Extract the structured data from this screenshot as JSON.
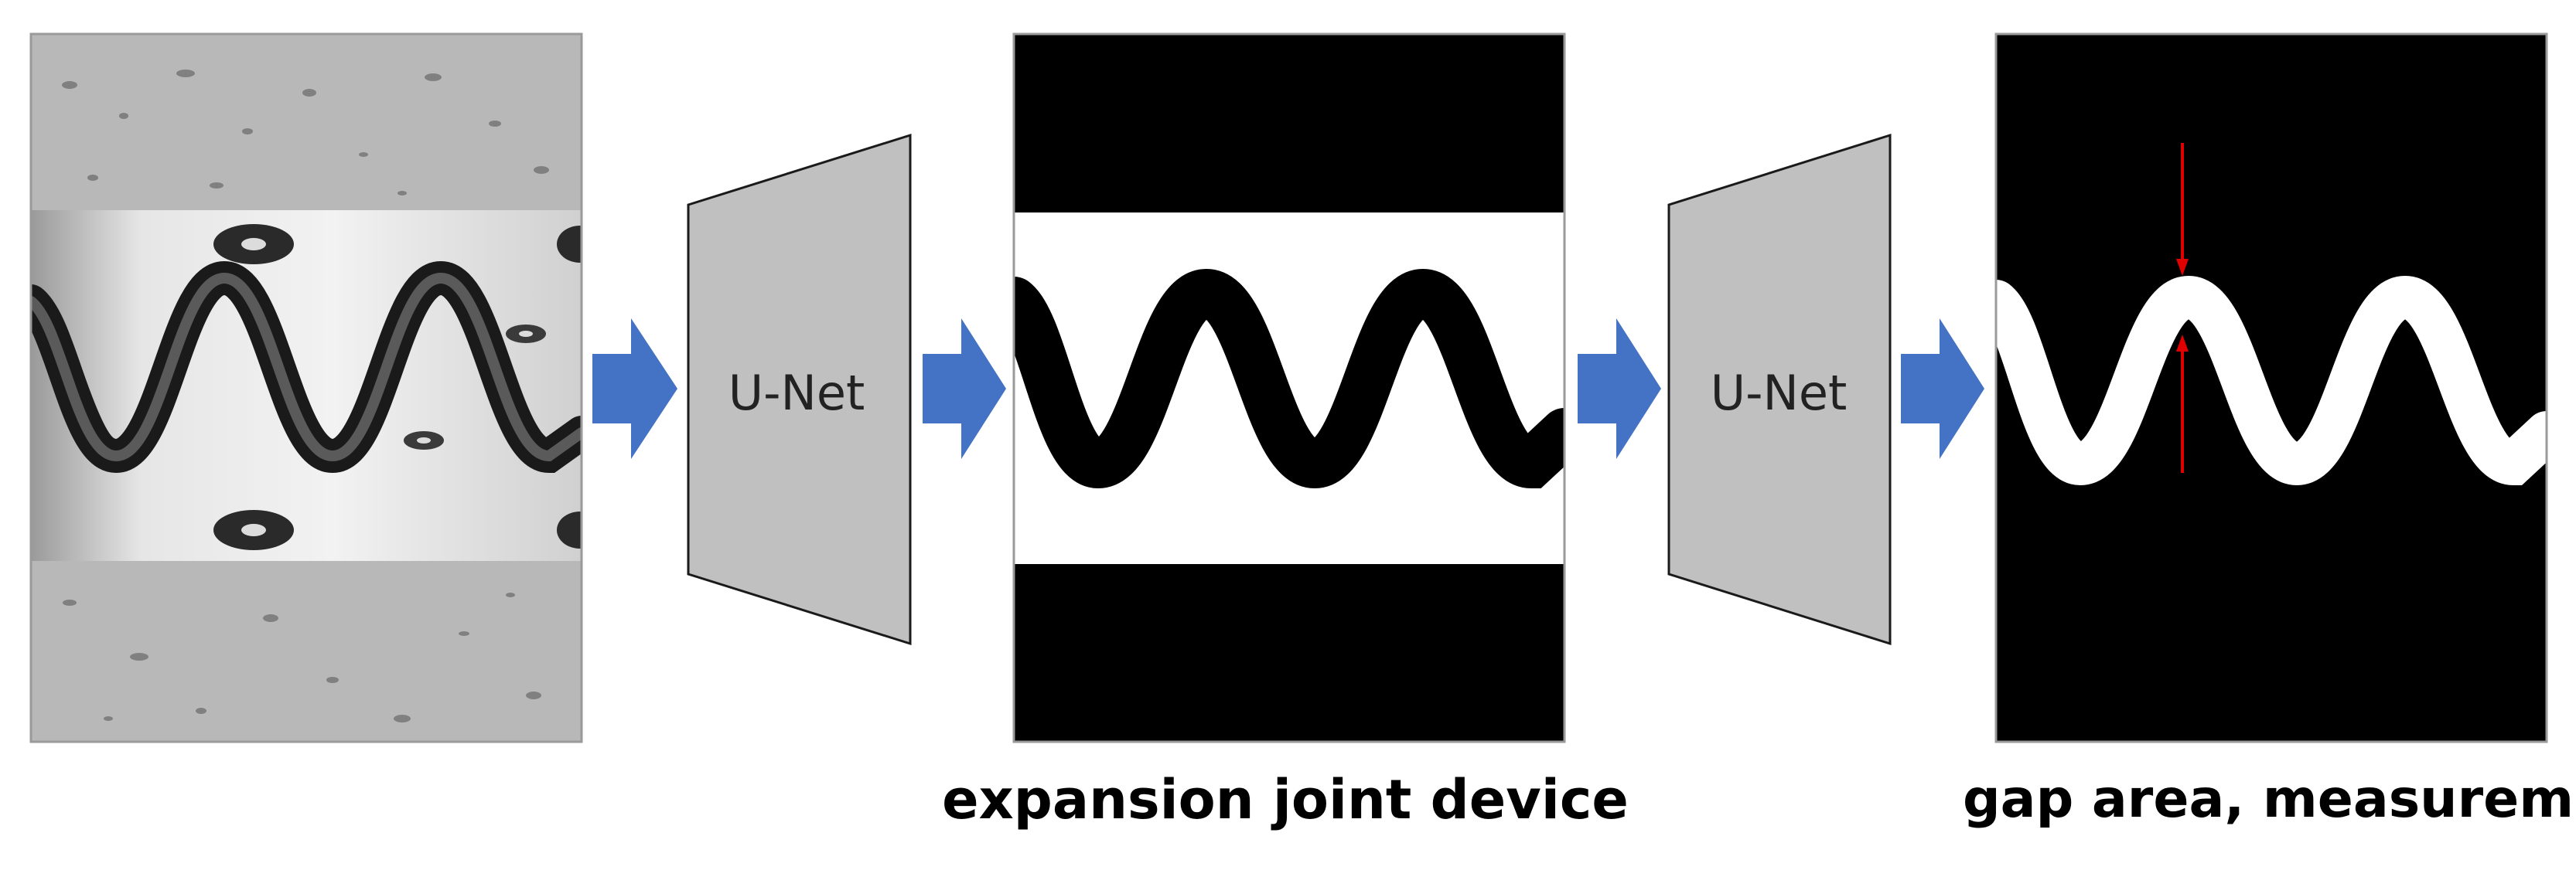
{
  "diagram": {
    "stage_1_label": "U-Net",
    "stage_2_label": "U-Net",
    "caption_expansion": "expansion joint device",
    "caption_gap": "gap area, measurement"
  },
  "colors": {
    "arrow": "#4472c4",
    "unet_fill": "#c0c0c0",
    "measure_arrow": "#e00000",
    "steel_band": "#d8d8d8",
    "concrete": "#b4b4b4"
  }
}
